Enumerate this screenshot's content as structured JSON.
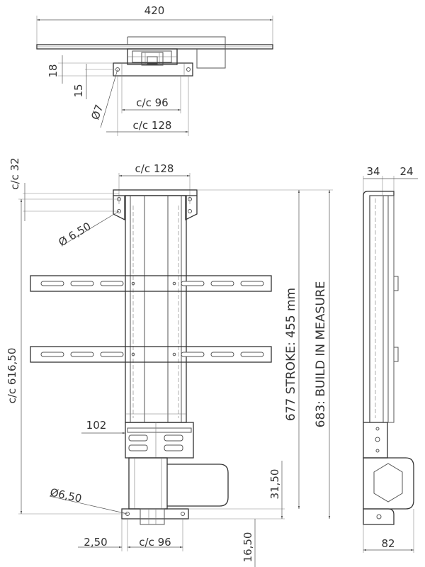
{
  "top_view": {
    "width_label": "420",
    "height_18": "18",
    "height_15": "15",
    "hole_dia": "Ø7",
    "cc_96": "c/c 96",
    "cc_128": "c/c 128"
  },
  "front_view": {
    "cc_top_128": "c/c 128",
    "cc_32": "c/c 32",
    "hole_top": "Ø 6,50",
    "cc_616": "c/c 616,50",
    "dim_102": "102",
    "hole_bottom": "Ø6,50",
    "dim_2_50": "2,50",
    "cc_bottom_96": "c/c 96",
    "dim_31_50": "31,50",
    "dim_16_50": "16,50",
    "stroke_label": "677  STROKE: 455 mm",
    "build_label": "683: BUILD IN MEASURE"
  },
  "side_view": {
    "dim_34": "34",
    "dim_24": "24",
    "dim_82": "82"
  }
}
